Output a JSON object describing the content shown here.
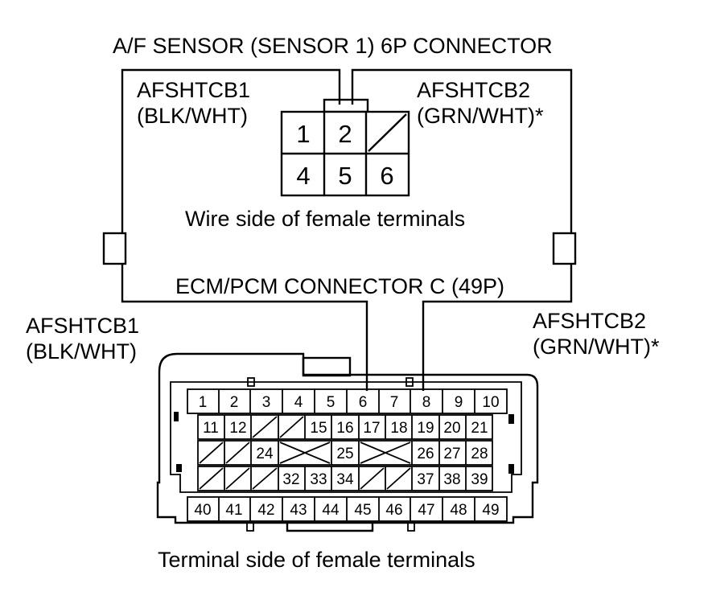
{
  "sensor_connector": {
    "title": "A/F SENSOR (SENSOR 1) 6P CONNECTOR",
    "caption": "Wire side of female terminals",
    "terminals": [
      "1",
      "2",
      "",
      "4",
      "5",
      "6"
    ]
  },
  "ecm_connector": {
    "title": "ECM/PCM CONNECTOR C (49P)",
    "caption": "Terminal side of female terminals",
    "rows": [
      [
        "1",
        "2",
        "3",
        "4",
        "5",
        "6",
        "7",
        "8",
        "9",
        "10"
      ],
      [
        "11",
        "12",
        "",
        "",
        "15",
        "16",
        "17",
        "18",
        "19",
        "20",
        "21"
      ],
      [
        "24",
        "25",
        "26",
        "27",
        "28"
      ],
      [
        "32",
        "33",
        "34",
        "37",
        "38",
        "39"
      ],
      [
        "40",
        "41",
        "42",
        "43",
        "44",
        "45",
        "46",
        "47",
        "48",
        "49"
      ]
    ]
  },
  "wires": {
    "left_upper": {
      "name": "AFSHTCB1",
      "color": "(BLK/WHT)"
    },
    "right_upper": {
      "name": "AFSHTCB2",
      "color": "(GRN/WHT)*"
    },
    "left_lower": {
      "name": "AFSHTCB1",
      "color": "(BLK/WHT)"
    },
    "right_lower": {
      "name": "AFSHTCB2",
      "color": "(GRN/WHT)*"
    }
  }
}
